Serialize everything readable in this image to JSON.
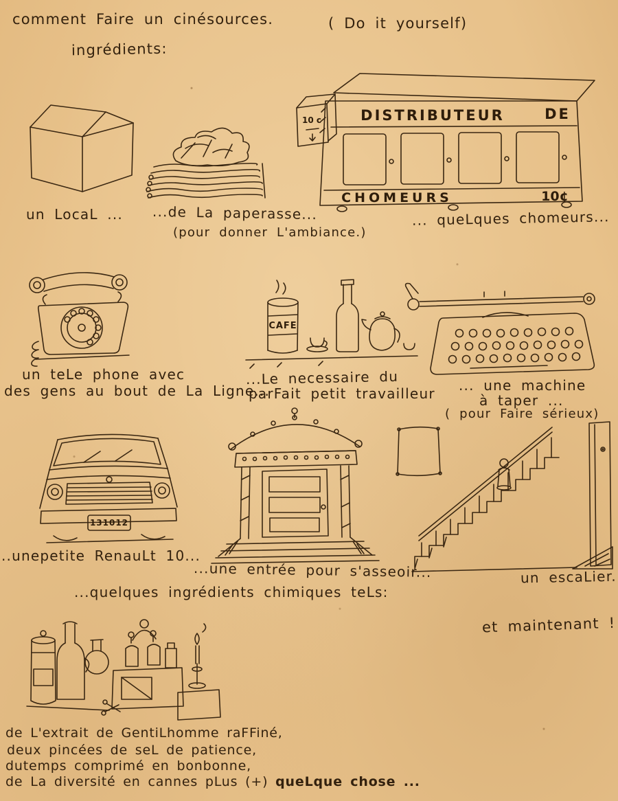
{
  "header": {
    "title": "comment Faire un cinésources.",
    "diy": "( Do it yourself)",
    "ingredients": "ingrédients:"
  },
  "captions": {
    "local": "un LocaL ...",
    "paperasse": "...de La paperasse...",
    "paperasse_note": "(pour donner L'ambiance.)",
    "chomeurs": "... queLques chomeurs...",
    "phone1": "un teLe phone avec",
    "phone2": "des gens au bout de La Ligne...",
    "coffee1": "...Le necessaire du",
    "coffee2": "parFait petit travailleur",
    "typewriter1": "... une machine",
    "typewriter2": "à taper ...",
    "typewriter_note": "( pour Faire sérieux)",
    "car": "..unepetite RenauLt 10...",
    "entrance": "...une entrée pour s'asseoir...",
    "stairs": "un escaLier..",
    "chemicals": "...quelques ingrédients chimiques teLs:",
    "now": "et maintenant !"
  },
  "machine": {
    "header1": "DISTRIBUTEUR",
    "header2": "DE",
    "bottom_left": "CHOMEURS",
    "bottom_right": "10¢",
    "coin": "10 c"
  },
  "labels": {
    "cafe": "CAFE",
    "plate": "131012"
  },
  "footer": {
    "line1": "de L'extrait de GentiLhomme raFFiné,",
    "line2": "deux pincées de seL de patience,",
    "line3": "dutemps comprimé en bonbonne,",
    "line4a": "de La diversité en cannes   pLus (+) ",
    "line4b": "queLque chose ..."
  }
}
